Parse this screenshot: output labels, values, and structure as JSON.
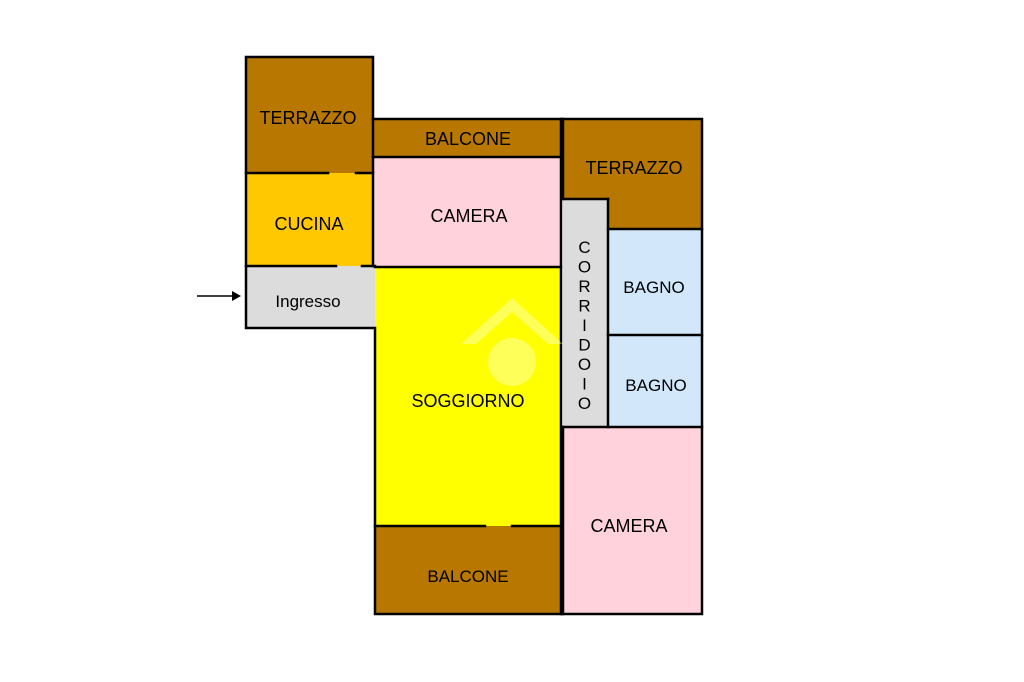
{
  "colors": {
    "terrace": "#B87800",
    "kitchen": "#FFC800",
    "hallway": "#DCDCDC",
    "bedroom": "#FFD2DC",
    "living": "#FFFF00",
    "bathroom": "#D2E8FA",
    "wall": "#000000"
  },
  "rooms": {
    "terrazzo_left": "TERRAZZO",
    "balcone_top": "BALCONE",
    "terrazzo_right": "TERRAZZO",
    "cucina": "CUCINA",
    "camera_top": "CAMERA",
    "ingresso": "Ingresso",
    "soggiorno": "SOGGIORNO",
    "corridoio": "CORRIDOIO",
    "bagno_1": "BAGNO",
    "bagno_2": "BAGNO",
    "camera_bottom": "CAMERA",
    "balcone_bottom": "BALCONE"
  },
  "icons": {
    "entrance": "entrance-arrow-icon",
    "watermark": "logo-watermark-icon"
  }
}
